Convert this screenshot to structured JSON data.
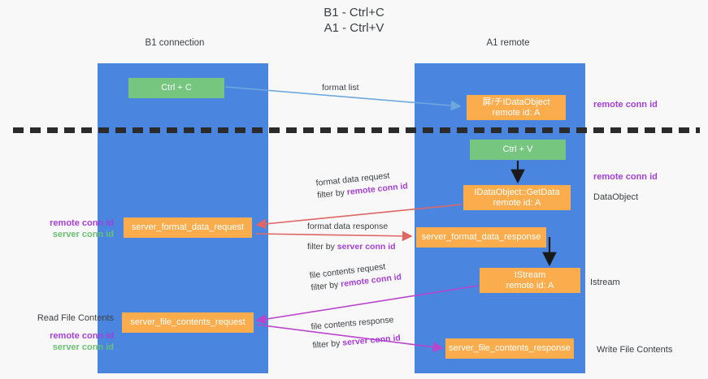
{
  "title": "B1 - Ctrl+C\nA1 - Ctrl+V",
  "columns": {
    "left": {
      "name": "B1",
      "role": "connection",
      "label": "B1\nconnection"
    },
    "right": {
      "name": "A1",
      "role": "remote",
      "label": "A1\nremote"
    }
  },
  "nodes": {
    "ctrl_c": {
      "label": "Ctrl + C",
      "color": "#77c680",
      "lane": "B1"
    },
    "idataobject": {
      "label": "屏/チIDataObject\nremote id: A",
      "color": "#fbad4d",
      "lane": "A1"
    },
    "ctrl_v": {
      "label": "Ctrl + V",
      "color": "#77c680",
      "lane": "A1"
    },
    "getdata": {
      "label": "IDataObject::GetData\nremote id: A",
      "color": "#fbad4d",
      "lane": "A1"
    },
    "server_format_data_request": {
      "label": "server_format_data_request",
      "color": "#fbad4d",
      "lane": "B1"
    },
    "server_format_data_response": {
      "label": "server_format_data_response",
      "color": "#fbad4d",
      "lane": "A1"
    },
    "istream": {
      "label": "IStream\nremote id: A",
      "color": "#fbad4d",
      "lane": "A1"
    },
    "server_file_contents_request": {
      "label": "server_file_contents_request",
      "color": "#fbad4d",
      "lane": "B1"
    },
    "server_file_contents_response": {
      "label": "server_file_contents_response",
      "color": "#fbad4d",
      "lane": "A1"
    }
  },
  "connector_labels": {
    "format_list": "format list",
    "format_data_request": "format data request",
    "format_data_request_filter_prefix": "filter by ",
    "format_data_request_filter_key": "remote conn id",
    "format_data_response": "format data response",
    "format_data_response_filter_prefix": "filter by ",
    "format_data_response_filter_key": "server conn id",
    "file_contents_request": "file contents request",
    "file_contents_request_filter_prefix": "filter by ",
    "file_contents_request_filter_key": "remote conn id",
    "file_contents_response": "file contents response",
    "file_contents_response_filter_prefix": "filter by ",
    "file_contents_response_filter_key": "server conn id"
  },
  "annotations": {
    "left_remote_conn_id": "remote conn id",
    "left_server_conn_id": "server conn id",
    "read_file_contents": "Read File Contents",
    "read_remote_conn_id": "remote conn id",
    "read_server_conn_id": "server conn id",
    "right_remote_conn_id_top": "remote conn id",
    "right_remote_conn_id_mid": "remote conn id",
    "right_dataobject": "DataObject",
    "right_istream": "Istream",
    "right_write_file_contents": "Write File Contents"
  },
  "colors": {
    "lane": "#4a86e0",
    "green_node": "#77c680",
    "orange_node": "#fbad4d",
    "purple_id": "#a33fd6",
    "green_id": "#6bbf73",
    "background": "#f8f8f8",
    "divider": "#2b2b2b",
    "arrow_blue": "#6fa8dc",
    "arrow_red": "#e06666",
    "arrow_magenta": "#bb44cc",
    "arrow_black": "#1a1a1a"
  }
}
